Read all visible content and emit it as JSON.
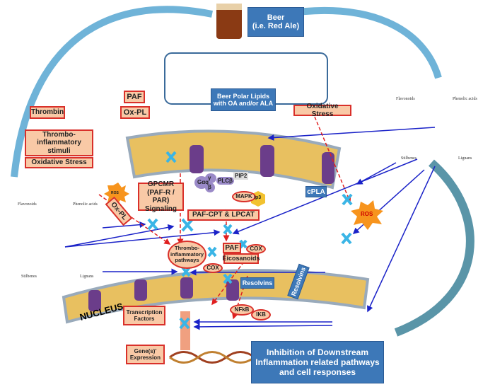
{
  "beer": {
    "title": "Beer",
    "subtitle": "(i.e. Red Ale)"
  },
  "polar_lipids": "Beer Polar Lipids with OA and/or ALA",
  "stimuli": {
    "paf": "PAF",
    "oxpl": "Ox-PL",
    "thrombin": "Thrombin",
    "thrombo": "Thrombo-inflammatory stimuli",
    "oxstress": "Oxidative Stress",
    "oxpl2": "Ox-PL"
  },
  "right_oxstress": "Oxidative Stress",
  "gpcmr": "GPCMR (PAF-R / PAR) Signaling",
  "membrane": {
    "gaq": "Gαq",
    "gamma": "γ",
    "beta": "β",
    "plcb": "PLCβ",
    "pip2": "PIP2",
    "mapk": "MAPK",
    "ip3": "Ip3",
    "ros": "ROS",
    "ros2": "ROS",
    "cpla": "cPLA"
  },
  "pathway": {
    "pafcpt": "PAF-CPT & LPCAT",
    "thrombo_path": "Thrombo-inflammatory pathways",
    "paf": "PAF",
    "cox1": "COX",
    "cox2": "COX",
    "eicosanoids": "Eicosanoids",
    "resolvins1": "Resolvins",
    "resolvins2": "Resolvins",
    "nfkb": "NFkB",
    "ikb": "IKB"
  },
  "nucleus": {
    "label": "NUCLEUS",
    "tf": "Transcription Factors",
    "gene": "Gene(s)' Expression"
  },
  "chem_left": {
    "flavonoids": "Flavonoids",
    "phenolic": "Phenolic acids",
    "stilbenes": "Stilbenes",
    "lignans": "Lignans"
  },
  "chem_right": {
    "flavonoids": "Flavonoids",
    "phenolic": "Phenolic acids",
    "stilbenes": "Stilbenes",
    "lignans": "Lignans"
  },
  "result": "Inhibition of Downstream Inflammation related pathways and cell responses",
  "colors": {
    "box_fill": "#f9c9a6",
    "box_border": "#d9302a",
    "blue_box": "#3d78b8",
    "arrow_blue": "#1a22c8",
    "x_mark": "#3ab5e6",
    "membrane": "#e8c060"
  }
}
